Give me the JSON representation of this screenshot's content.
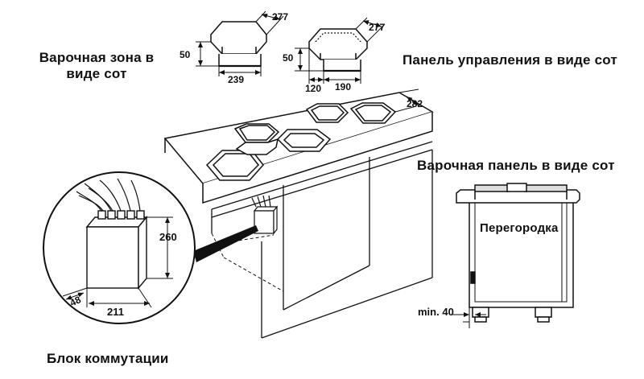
{
  "labels": {
    "hob_zone": "Варочная зона в виде сот",
    "control_panel": "Панель управления в виде сот",
    "honeycomb_panel": "Варочная панель в виде сот",
    "partition": "Перегородка",
    "switch_box": "Блок коммутации",
    "min_gap": "min. 40"
  },
  "dimensions": {
    "zone_depth": "277",
    "zone_height": "50",
    "zone_width": "239",
    "panel_depth": "277",
    "panel_height": "50",
    "panel_offset": "120",
    "panel_width": "190",
    "hob_depth": "282",
    "box_height": "260",
    "box_width": "211",
    "box_depth": "48"
  }
}
